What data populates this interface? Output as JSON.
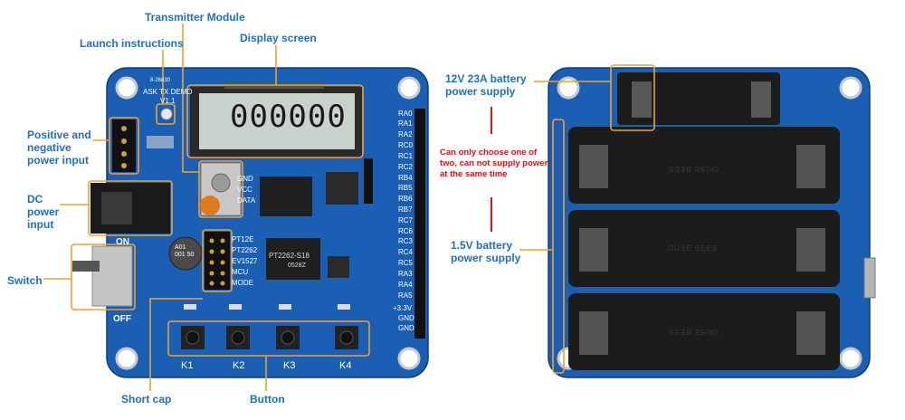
{
  "colors": {
    "accent": "#1e6fc7",
    "callout_line": "#f0a030",
    "pcb": "#1a5fb4",
    "warning": "#e01212"
  },
  "labels": {
    "transmitter_module": "Transmitter Module",
    "launch_instructions": "Launch instructions",
    "display_screen": "Display screen",
    "positive_negative_power": "Positive and negative power input",
    "dc_power_input": "DC power input",
    "switch": "Switch",
    "short_cap": "Short cap",
    "button": "Button",
    "battery_12v": "12V 23A battery power supply",
    "battery_1_5v": "1.5V battery power supply",
    "power_note": "Can only choose one of two, can not supply power at the same time"
  },
  "front_board": {
    "lcd_value": "000000",
    "board_id": "8-26830",
    "board_name": "ASK TX DEMO",
    "version": "V1.1",
    "on_label": "ON",
    "off_label": "OFF",
    "encoder_chip": "PT2262-S18",
    "encoder_code": "0528Z",
    "capacitor": "A01 001 50",
    "module_pins": [
      "GND",
      "VCC",
      "DATA"
    ],
    "jumper_labels": [
      "PT12E",
      "PT2262",
      "EV1527",
      "MCU",
      "MODE"
    ],
    "io_pins": [
      "RA0",
      "RA1",
      "RA2",
      "RC0",
      "RC1",
      "RC2",
      "RB4",
      "RB5",
      "RB6",
      "RB7",
      "RC7",
      "RC6",
      "RC3",
      "RC4",
      "RC5",
      "RA3",
      "RA4",
      "RA5",
      "+3.3V",
      "GND",
      "GND"
    ],
    "keys": [
      "K1",
      "K2",
      "K3",
      "K4"
    ]
  },
  "back_board": {
    "battery_holder_text": [
      "OUSE BEES",
      "OUSE BEES",
      "OUSE BEES"
    ]
  }
}
